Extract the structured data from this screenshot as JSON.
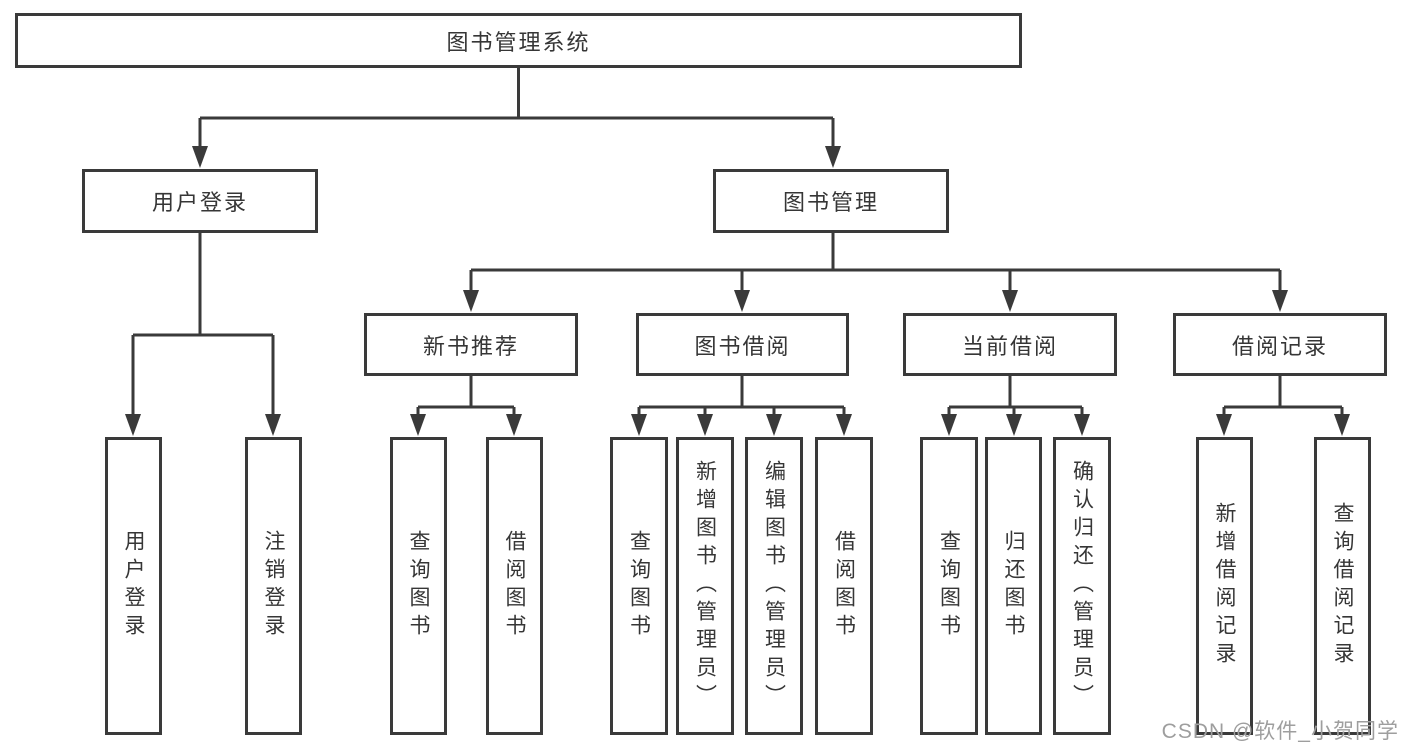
{
  "diagram": {
    "type": "hierarchy-tree",
    "title": "图书管理系统"
  },
  "nodes": {
    "root": {
      "label": "图书管理系统"
    },
    "user_login": {
      "label": "用户登录"
    },
    "book_mgmt": {
      "label": "图书管理"
    },
    "new_book_rec": {
      "label": "新书推荐"
    },
    "book_borrow": {
      "label": "图书借阅"
    },
    "current_borrow": {
      "label": "当前借阅"
    },
    "borrow_record": {
      "label": "借阅记录"
    },
    "leaf_user_login": {
      "label": "用户登录"
    },
    "leaf_logout": {
      "label": "注销登录"
    },
    "leaf_query_book_1": {
      "label": "查询图书"
    },
    "leaf_borrow_book_1": {
      "label": "借阅图书"
    },
    "leaf_query_book_2": {
      "label": "查询图书"
    },
    "leaf_add_book": {
      "label": "新增图书（管理员）"
    },
    "leaf_edit_book": {
      "label": "编辑图书（管理员）"
    },
    "leaf_borrow_book_2": {
      "label": "借阅图书"
    },
    "leaf_query_book_3": {
      "label": "查询图书"
    },
    "leaf_return_book": {
      "label": "归还图书"
    },
    "leaf_confirm_return": {
      "label": "确认归还（管理员）"
    },
    "leaf_add_record": {
      "label": "新增借阅记录"
    },
    "leaf_query_record": {
      "label": "查询借阅记录"
    }
  },
  "edges": [
    [
      "root",
      "user_login"
    ],
    [
      "root",
      "book_mgmt"
    ],
    [
      "user_login",
      "leaf_user_login"
    ],
    [
      "user_login",
      "leaf_logout"
    ],
    [
      "book_mgmt",
      "new_book_rec"
    ],
    [
      "book_mgmt",
      "book_borrow"
    ],
    [
      "book_mgmt",
      "current_borrow"
    ],
    [
      "book_mgmt",
      "borrow_record"
    ],
    [
      "new_book_rec",
      "leaf_query_book_1"
    ],
    [
      "new_book_rec",
      "leaf_borrow_book_1"
    ],
    [
      "book_borrow",
      "leaf_query_book_2"
    ],
    [
      "book_borrow",
      "leaf_add_book"
    ],
    [
      "book_borrow",
      "leaf_edit_book"
    ],
    [
      "book_borrow",
      "leaf_borrow_book_2"
    ],
    [
      "current_borrow",
      "leaf_query_book_3"
    ],
    [
      "current_borrow",
      "leaf_return_book"
    ],
    [
      "current_borrow",
      "leaf_confirm_return"
    ],
    [
      "borrow_record",
      "leaf_add_record"
    ],
    [
      "borrow_record",
      "leaf_query_record"
    ]
  ],
  "watermark": {
    "text": "CSDN @软件_小贺同学",
    "color": "#9e9e9e"
  },
  "colors": {
    "line": "#3a3a3a",
    "box_border": "#3a3a3a",
    "box_fill": "#ffffff",
    "text": "#363636",
    "background": "#ffffff"
  }
}
